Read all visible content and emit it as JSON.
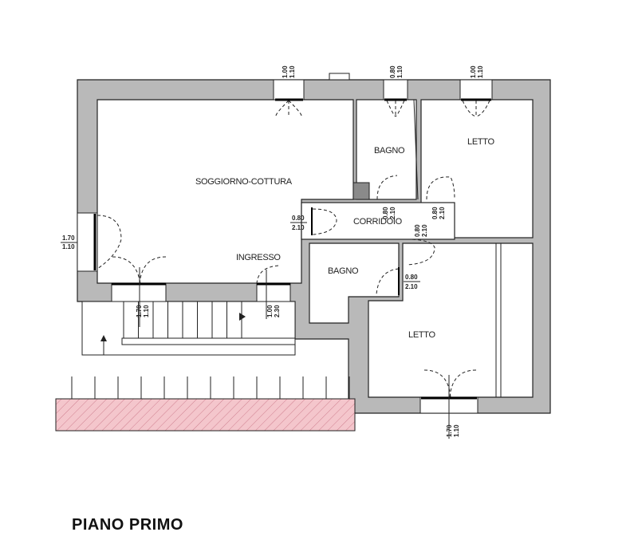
{
  "plan": {
    "title": "PIANO PRIMO",
    "rooms": {
      "soggiorno": "SOGGIORNO-COTTURA",
      "ingresso": "INGRESSO",
      "bagno_top": "BAGNO",
      "letto_top": "LETTO",
      "corridoio": "CORRIDOIO",
      "bagno_lower": "BAGNO",
      "letto_lower": "LETTO"
    },
    "openings": [
      {
        "w": "1.00",
        "h": "1.10"
      },
      {
        "w": "0.80",
        "h": "1.10"
      },
      {
        "w": "1.00",
        "h": "1.10"
      },
      {
        "w": "1.70",
        "h": "1.10"
      },
      {
        "w": "0.80",
        "h": "2.10"
      },
      {
        "w": "0.80",
        "h": "2.10"
      },
      {
        "w": "0.80",
        "h": "2.10"
      },
      {
        "w": "0.80",
        "h": "2.10"
      },
      {
        "w": "0.80",
        "h": "2.10"
      },
      {
        "w": "1.70",
        "h": "1.10"
      },
      {
        "w": "1.00",
        "h": "2.30"
      },
      {
        "w": "1.70",
        "h": "1.10"
      }
    ],
    "colors": {
      "wall": "#b9b9b9",
      "balcony": "#f4c2c8",
      "hatch": "#d08090"
    }
  }
}
